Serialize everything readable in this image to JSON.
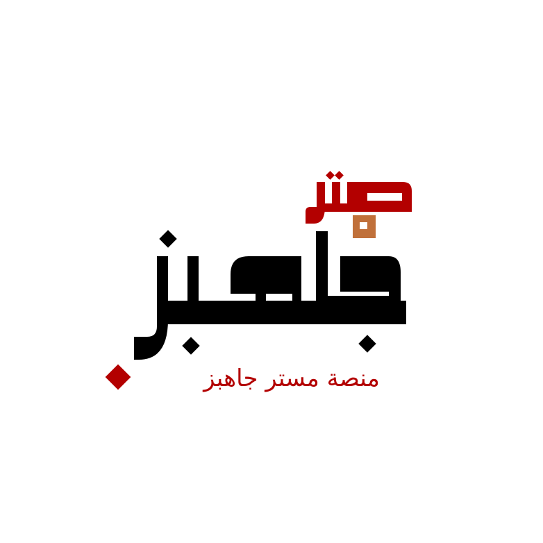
{
  "logo": {
    "top_word": "مستر",
    "main_word": "جاهبز",
    "tagline": "منصة مستر جاهبز",
    "full_name": "مستر جاهبز"
  },
  "colors": {
    "background": "#ffffff",
    "red": "#b30000",
    "black": "#000000",
    "orange": "#c0703a"
  },
  "icons": {
    "accent_diamond": "red-diamond",
    "letter_dots": "black-diamond-dots"
  }
}
